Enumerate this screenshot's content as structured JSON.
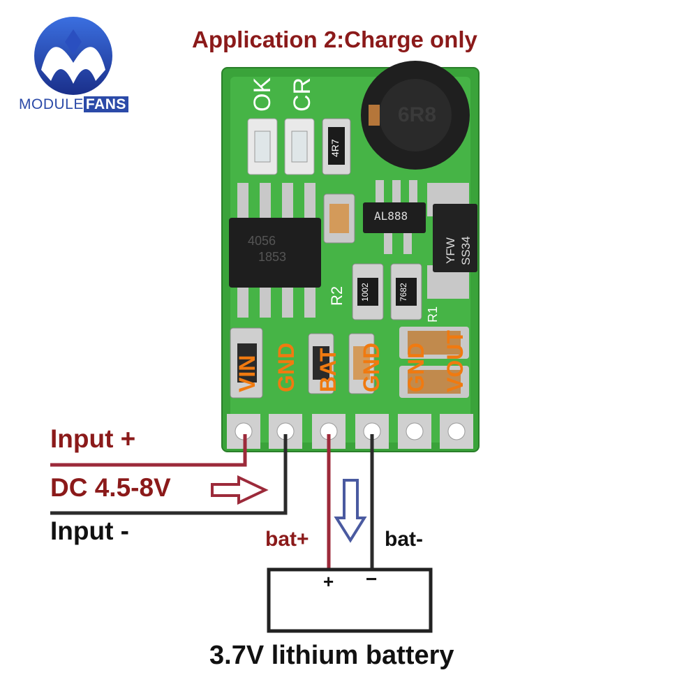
{
  "title": "Application 2:Charge only",
  "logo": {
    "text_module": "MODULE",
    "text_fans": "FANS"
  },
  "pcb": {
    "silk_top": [
      "OK",
      "CR"
    ],
    "resistor_top": "4R7",
    "inductor": "6R8",
    "chip_main": "4056",
    "chip_main_line2": "1853",
    "chip_booster": "AL888",
    "diode_line1": "YFW",
    "diode_line2": "SS34",
    "res_a": "1002",
    "res_b": "7682",
    "silk_r2": "R2",
    "silk_r1": "R1",
    "pin_labels": [
      "VIN",
      "GND",
      "BAT",
      "GND",
      "GND",
      "VOUT"
    ]
  },
  "labels": {
    "input_plus": "Input +",
    "dc_range": "DC 4.5-8V",
    "input_minus": "Input -",
    "bat_plus": "bat+",
    "bat_minus": "bat-",
    "battery_plus": "+",
    "battery_minus": "−",
    "battery": "3.7V lithium battery"
  },
  "colors": {
    "accent_red": "#8b1a1a",
    "wire_red": "#9c2a3a",
    "wire_black": "#2b2b2b",
    "arrow_blue": "#4a5aa0",
    "pcb_green": "#3aa33a",
    "pin_orange": "#f07a10"
  }
}
